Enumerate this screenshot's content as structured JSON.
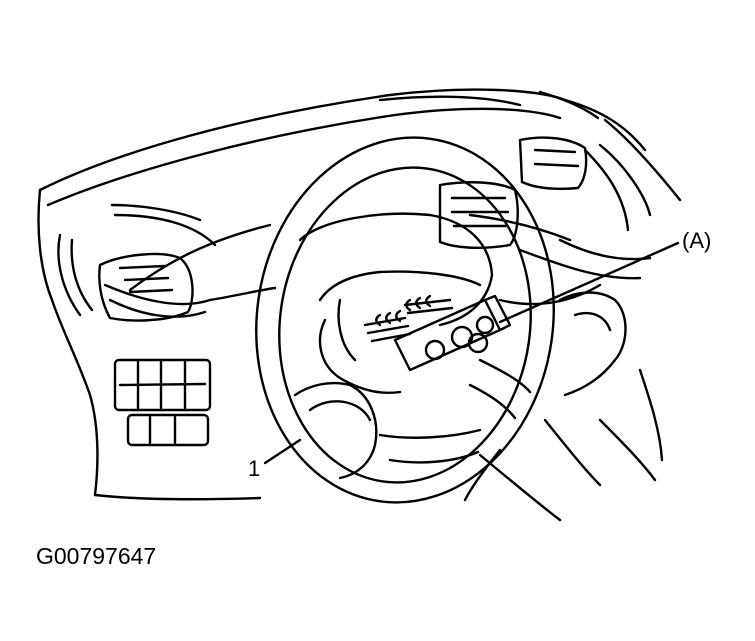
{
  "diagram": {
    "callouts": {
      "airbag_module_label": "(A)",
      "steering_wheel_label": "1"
    },
    "figure_id": "G00797647"
  },
  "colors": {
    "ink": "#000000",
    "paper": "#ffffff"
  }
}
